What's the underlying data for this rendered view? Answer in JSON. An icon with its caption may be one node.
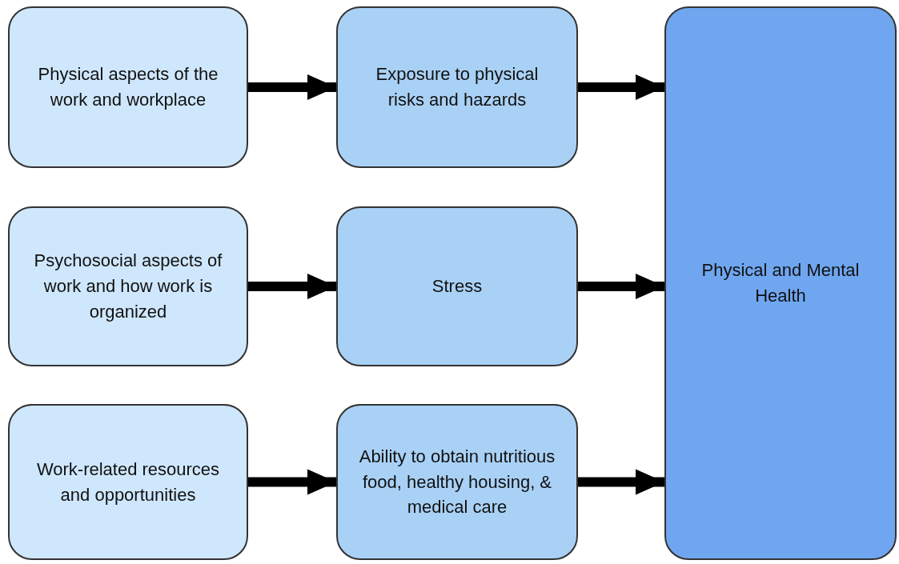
{
  "diagram": {
    "nodes": [
      {
        "text": [
          "Physical aspects of the work and workplace"
        ]
      },
      {
        "text": [
          "Exposure to physical risks and hazards"
        ]
      },
      {
        "text": [
          "Psychosocial aspects of work and how work is organized"
        ]
      },
      {
        "text": [
          "Stress"
        ]
      },
      {
        "text": [
          "Work-related resources and opportunities"
        ]
      },
      {
        "text": [
          "Ability to obtain nutritious food, healthy housing, & medical care"
        ]
      },
      {
        "text": [
          "Physical and Mental Health"
        ]
      }
    ],
    "edges": [
      {
        "from": 0,
        "to": 1,
        "arrow": "to"
      },
      {
        "from": 1,
        "to": 6,
        "arrow": "to"
      },
      {
        "from": 2,
        "to": 3,
        "arrow": "to"
      },
      {
        "from": 3,
        "to": 6,
        "arrow": "to"
      },
      {
        "from": 4,
        "to": 5,
        "arrow": "to"
      },
      {
        "from": 5,
        "to": 6,
        "arrow": "to"
      }
    ]
  }
}
